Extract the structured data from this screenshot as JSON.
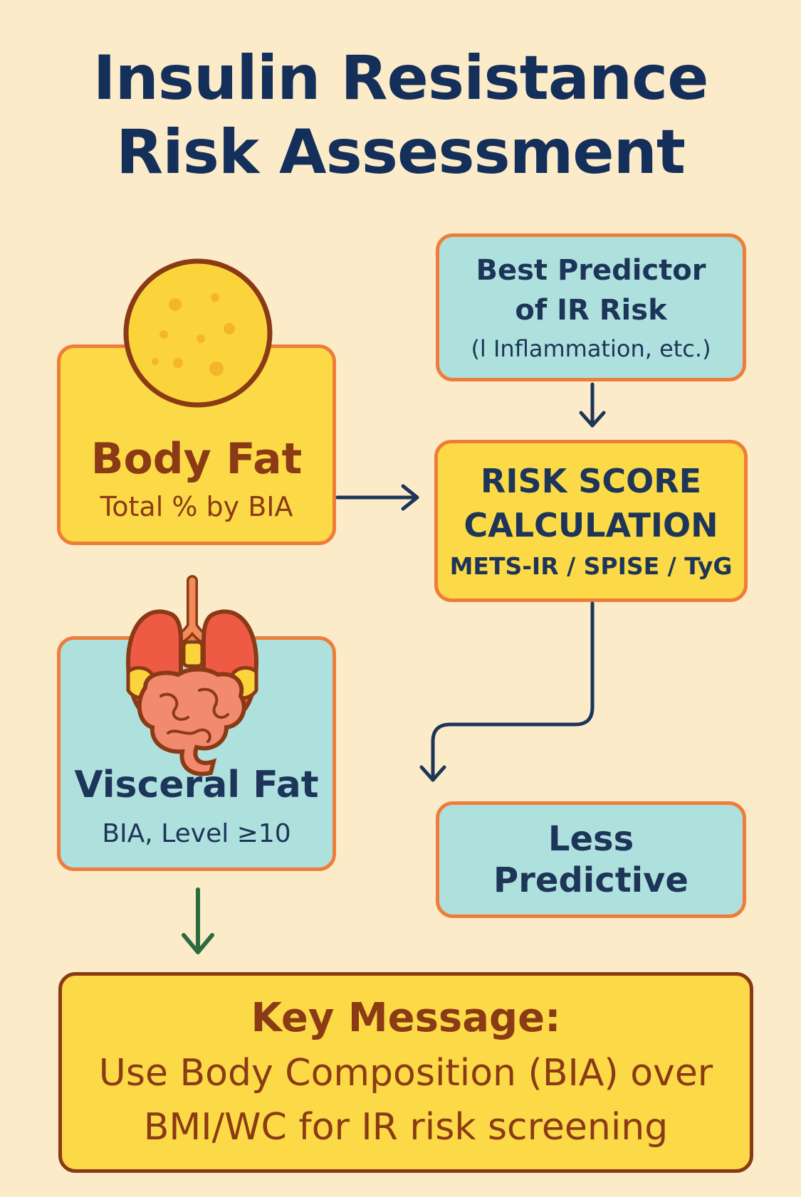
{
  "title": {
    "line1": "Insulin Resistance",
    "line2": "Risk Assessment"
  },
  "body_fat": {
    "heading": "Body Fat",
    "subtext": "Total % by BIA",
    "icon": "fat-cell-icon"
  },
  "predictor": {
    "line1": "Best Predictor",
    "line2": "of IR Risk",
    "subtext": "(l Inflammation, etc.)"
  },
  "risk_score": {
    "line1": "RISK SCORE",
    "line2": "CALCULATION",
    "subtext": "METS-IR / SPISE / TyG"
  },
  "visceral_fat": {
    "heading": "Visceral Fat",
    "subtext": "BIA, Level ≥10",
    "icon": "abdominal-organs-icon"
  },
  "less_predictive": {
    "line1": "Less",
    "line2": "Predictive"
  },
  "key_message": {
    "heading": "Key Message:",
    "line1": "Use Body Composition (BIA) over",
    "line2": "BMI/WC for IR risk screening"
  },
  "colors": {
    "background": "#fcebc9",
    "title": "#14305a",
    "yellow_box": "#fbd947",
    "teal_box": "#aee0de",
    "box_border": "#ef7d3a",
    "arrow_navy": "#1d3558",
    "arrow_green": "#2c6b3e",
    "heading_brown": "#8a3a14"
  }
}
